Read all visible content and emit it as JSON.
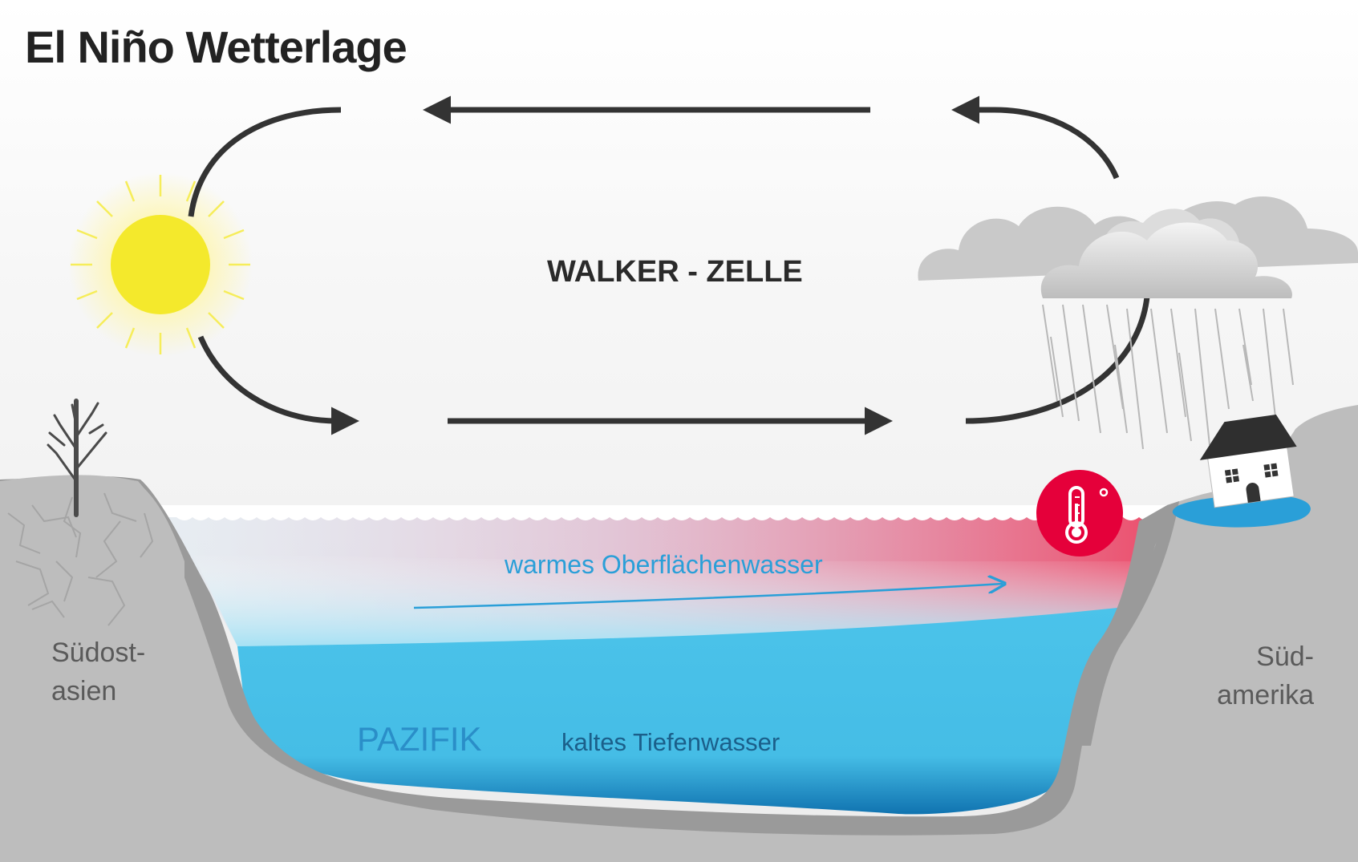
{
  "title": "El Niño Wetterlage",
  "labels": {
    "walker_cell": "WALKER - ZELLE",
    "warm_water": "warmes Oberflächenwasser",
    "ocean": "PAZIFIK",
    "cold_water": "kaltes Tiefenwasser",
    "region_west_line1": "Südost-",
    "region_west_line2": "asien",
    "region_east_line1": "Süd-",
    "region_east_line2": "amerika"
  },
  "icons": [
    "sun-icon",
    "dead-tree-icon",
    "rain-cloud-icon",
    "flooded-house-icon",
    "thermometer-icon",
    "circulation-arrow-icon"
  ],
  "colors": {
    "sky": "#f1f1f1",
    "land": "#bdbdbd",
    "land_edge": "#9a9a9a",
    "sun": "#f4e92c",
    "warm_water": "#ec4d6b",
    "surface_water": "#a6e1f4",
    "deep_water": "#4bc3ea",
    "thermo_badge": "#e5003a",
    "arrows": "#333333",
    "warm_text": "#2a9fd8"
  }
}
